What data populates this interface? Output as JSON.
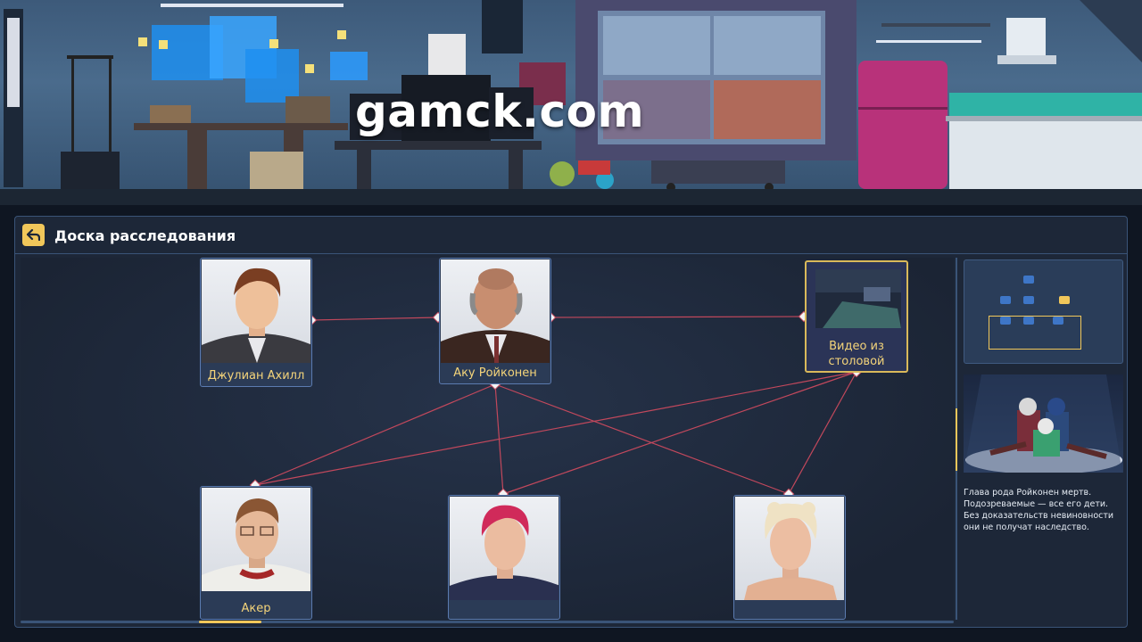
{
  "watermark": "gamck.com",
  "board": {
    "title": "Доска расследования"
  },
  "cards": {
    "julian": {
      "label": "Джулиан Ахилл"
    },
    "aku": {
      "label": "Аку Ройконен"
    },
    "video": {
      "label_line1": "Видео из",
      "label_line2": "столовой"
    },
    "aker": {
      "label": "Акер"
    }
  },
  "case": {
    "description": "Глава рода Ройконен мертв. Подозреваемые — все его дети. Без доказательств невиновности они не получат наследство."
  },
  "colors": {
    "accent": "#f1c75a",
    "link": "#c2485c",
    "card_border": "#5b7bb0",
    "panel_bg": "#1d2738"
  }
}
